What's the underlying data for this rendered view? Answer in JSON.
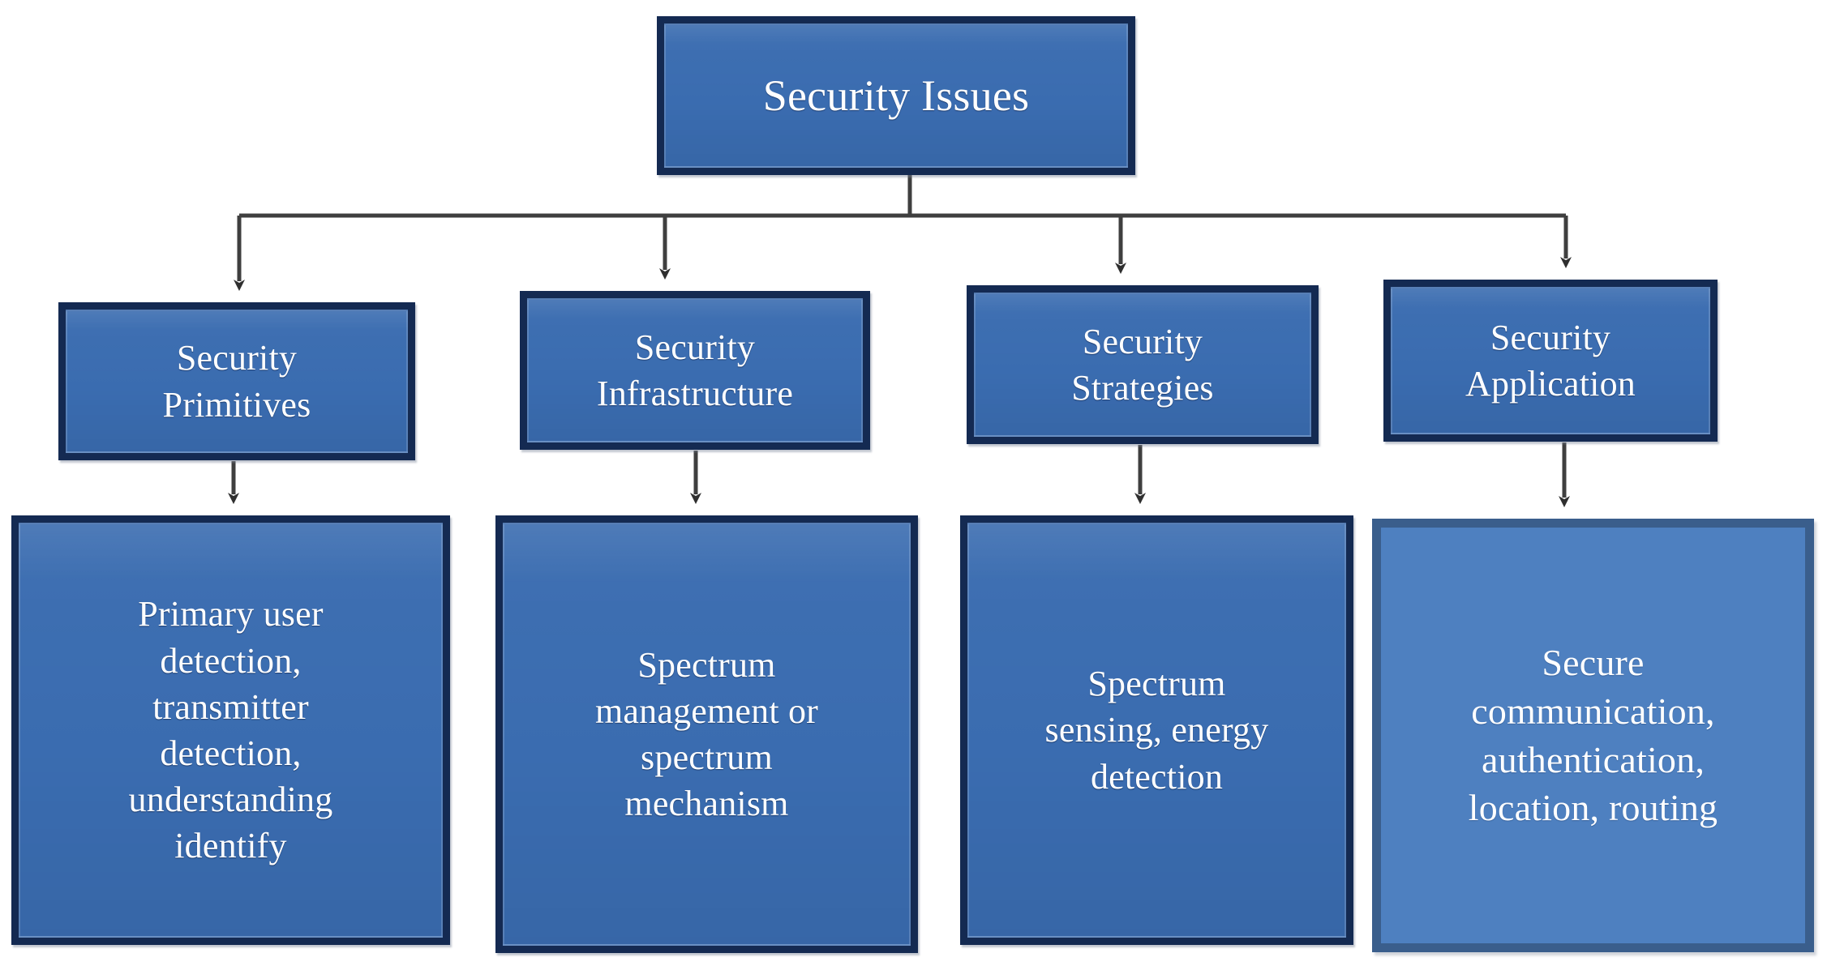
{
  "diagram": {
    "title": "Security Issues",
    "root": {
      "label": "Security Issues"
    },
    "categories": [
      {
        "label": "Security\nPrimitives"
      },
      {
        "label": "Security\nInfrastructure"
      },
      {
        "label": "Security\nStrategies"
      },
      {
        "label": "Security\nApplication"
      }
    ],
    "details": [
      {
        "label": "Primary  user\ndetection,\ntransmitter\ndetection,\nunderstanding\nidentify"
      },
      {
        "label": "Spectrum\nmanagement or\nspectrum\nmechanism"
      },
      {
        "label": "Spectrum\nsensing, energy\ndetection"
      },
      {
        "label": "Secure\ncommunication,\nauthentication,\nlocation, routing"
      }
    ],
    "colors": {
      "box_fill": "#3a6cb0",
      "box_border": "#142a52",
      "highlight_box_fill": "#4e80c0",
      "highlight_box_border": "#3a5e8c",
      "text": "#ffffff",
      "connector": "#3f3f3f",
      "background": "#ffffff"
    }
  }
}
